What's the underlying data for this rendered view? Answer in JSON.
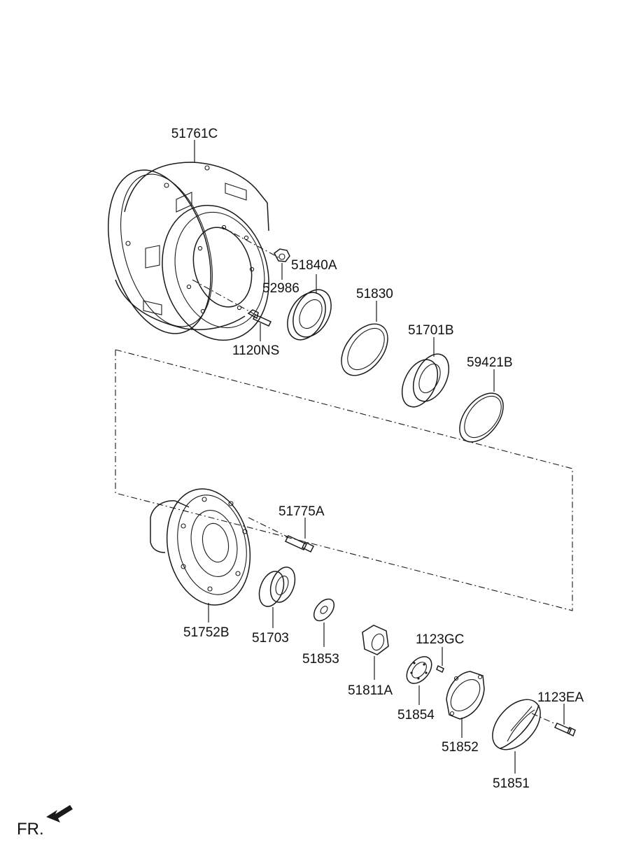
{
  "diagram": {
    "direction_label": "FR.",
    "direction_icon": "arrow-left-down-icon",
    "parts": [
      {
        "id": "51761C",
        "name": "brake-drum"
      },
      {
        "id": "51840A",
        "name": "oil-seal-inner"
      },
      {
        "id": "52986",
        "name": "nut"
      },
      {
        "id": "1120NS",
        "name": "bolt"
      },
      {
        "id": "51830",
        "name": "seal-ring"
      },
      {
        "id": "51701B",
        "name": "inner-bearing"
      },
      {
        "id": "59421B",
        "name": "retainer-ring"
      },
      {
        "id": "51775A",
        "name": "wheel-stud"
      },
      {
        "id": "51752B",
        "name": "wheel-hub"
      },
      {
        "id": "51703",
        "name": "outer-bearing"
      },
      {
        "id": "51853",
        "name": "washer"
      },
      {
        "id": "51811A",
        "name": "hub-nut"
      },
      {
        "id": "1123GC",
        "name": "small-screw"
      },
      {
        "id": "51854",
        "name": "lock-plate"
      },
      {
        "id": "51852",
        "name": "gasket"
      },
      {
        "id": "1123EA",
        "name": "cap-bolt"
      },
      {
        "id": "51851",
        "name": "hub-cap"
      }
    ]
  }
}
